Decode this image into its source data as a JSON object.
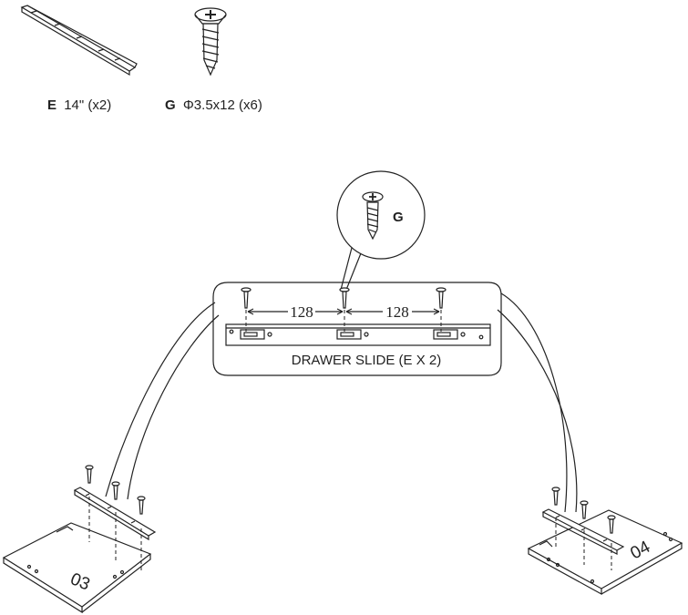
{
  "parts": [
    {
      "letter": "E",
      "spec": "14\" (x2)",
      "icon": "drawer-slide-icon"
    },
    {
      "letter": "G",
      "spec": "Φ3.5x12 (x6)",
      "icon": "screw-icon"
    }
  ],
  "callout": {
    "letter": "G"
  },
  "slide": {
    "label": "DRAWER SLIDE (E X 2)",
    "spacing": [
      "128",
      "128"
    ]
  },
  "panels": [
    {
      "number": "03"
    },
    {
      "number": "04"
    }
  ]
}
